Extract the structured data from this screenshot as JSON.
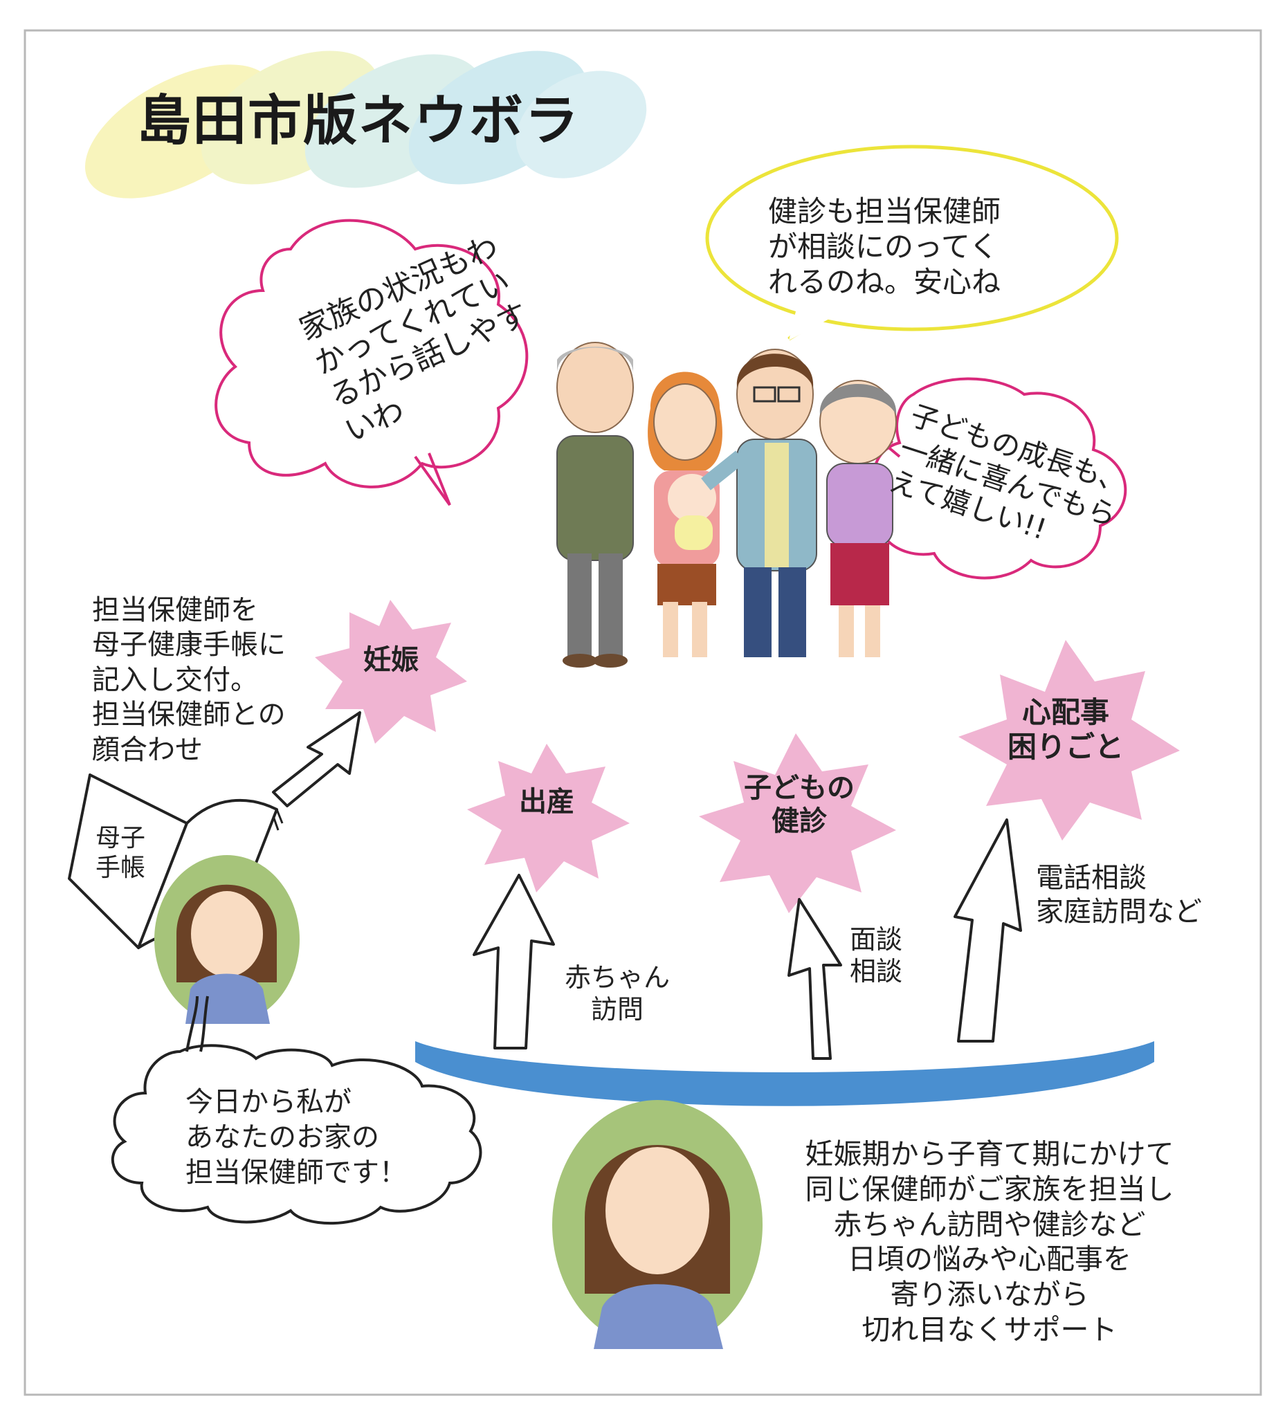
{
  "title": "島田市版ネウボラ",
  "bubbles": {
    "grandma_left": "家族の状況もわ\nかってくれてい\nるから話しやす\nいわ",
    "father_top": "健診も担当保健師\nが相談にのってく\nれるのね。安心ね",
    "grandma_right": "子どもの成長も、\n一緒に喜んでもら\nえて嬉しい!!",
    "nurse_speech": "今日から私が\nあなたのお家の\n担当保健師です！"
  },
  "stages": {
    "pregnancy": "妊娠",
    "birth": "出産",
    "checkup": "子どもの\n健診",
    "worries": "心配事\n困りごと"
  },
  "notes": {
    "pregnancy_note": "担当保健師を\n母子健康手帳に\n記入し交付。\n担当保健師との\n顔合わせ",
    "handbook": "母子\n手帳",
    "baby_visit": "赤ちゃん\n訪問",
    "interview": "面談\n相談",
    "phone": "電話相談\n家庭訪問など",
    "summary": "妊娠期から子育て期にかけて\n同じ保健師がご家族を担当し\n赤ちゃん訪問や健診など\n日頃の悩みや心配事を\n寄り添いながら\n切れ目なくサポート"
  },
  "colors": {
    "burst_pink": "#f0b4d2",
    "magenta_bubble": "#d9297b",
    "yellow_bubble": "#ece43a",
    "blue_band": "#4a8fd0",
    "portrait_green": "#a6c47a"
  }
}
